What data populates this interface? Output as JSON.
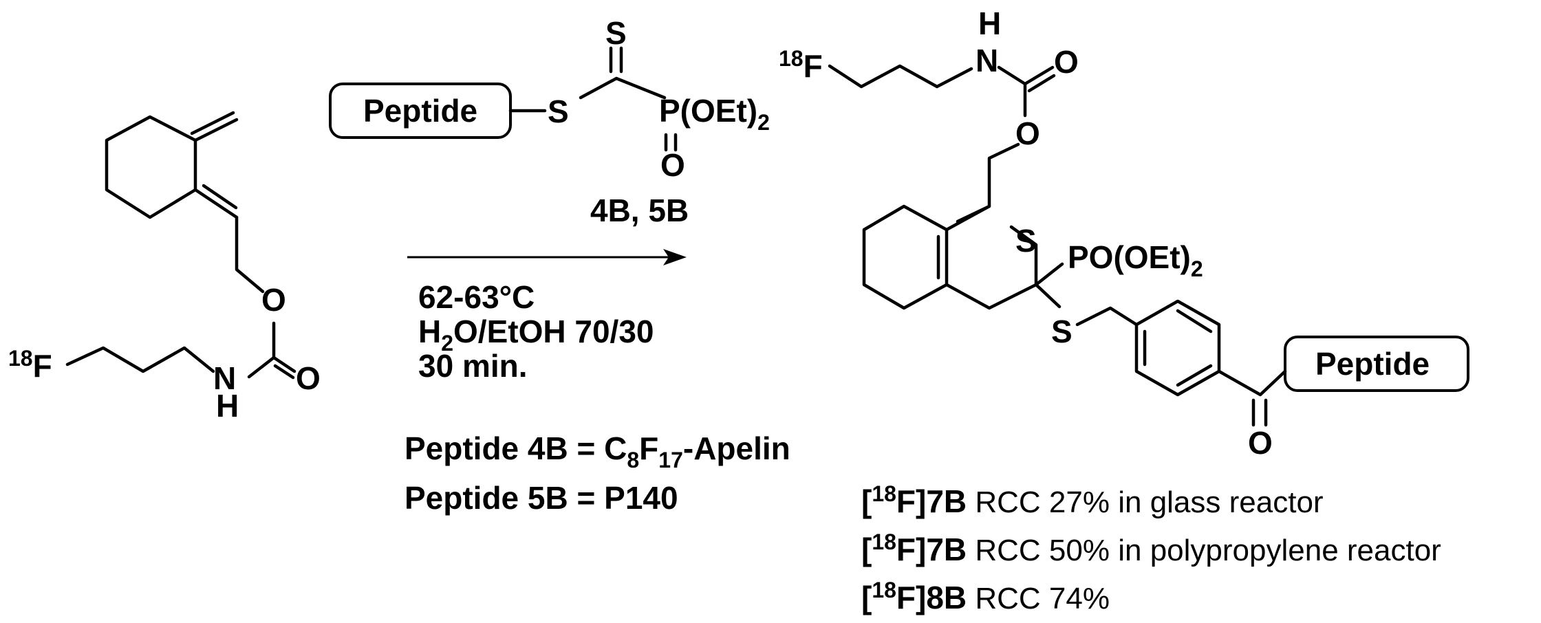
{
  "reagent": {
    "box_label": "Peptide",
    "s": "S",
    "s_double": "S",
    "p_group": "P(OEt)",
    "p_group_sub": "2",
    "p_oxygen": "O",
    "compounds": "4B, 5B"
  },
  "conditions": {
    "temp": "62-63°C",
    "solvent_h": "H",
    "solvent_sub": "2",
    "solvent_rest": "O/EtOH 70/30",
    "time": "30 min."
  },
  "definitions": {
    "d1_prefix": "Peptide 4B = C",
    "d1_sub1": "8",
    "d1_mid": "F",
    "d1_sub2": "17",
    "d1_suffix": "-Apelin",
    "d2": "Peptide 5B = P140"
  },
  "start": {
    "iso": "18",
    "f": "F",
    "o": "O",
    "o_carbonyl": "O",
    "n": "N",
    "h": "H"
  },
  "product": {
    "iso": "18",
    "f": "F",
    "n": "N",
    "h": "H",
    "o_carbonyl": "O",
    "o_ester": "O",
    "s_ring": "S",
    "po_group": "PO(OEt)",
    "po_sub": "2",
    "s_link": "S",
    "ketone_o": "O",
    "box_label": "Peptide"
  },
  "results": [
    {
      "bracket": "[",
      "iso": "18",
      "name": "F]7B",
      "text": " RCC 27% in glass reactor"
    },
    {
      "bracket": "[",
      "iso": "18",
      "name": "F]7B",
      "text": " RCC 50% in polypropylene reactor"
    },
    {
      "bracket": "[",
      "iso": "18",
      "name": "F]8B",
      "text": " RCC 74%"
    }
  ]
}
